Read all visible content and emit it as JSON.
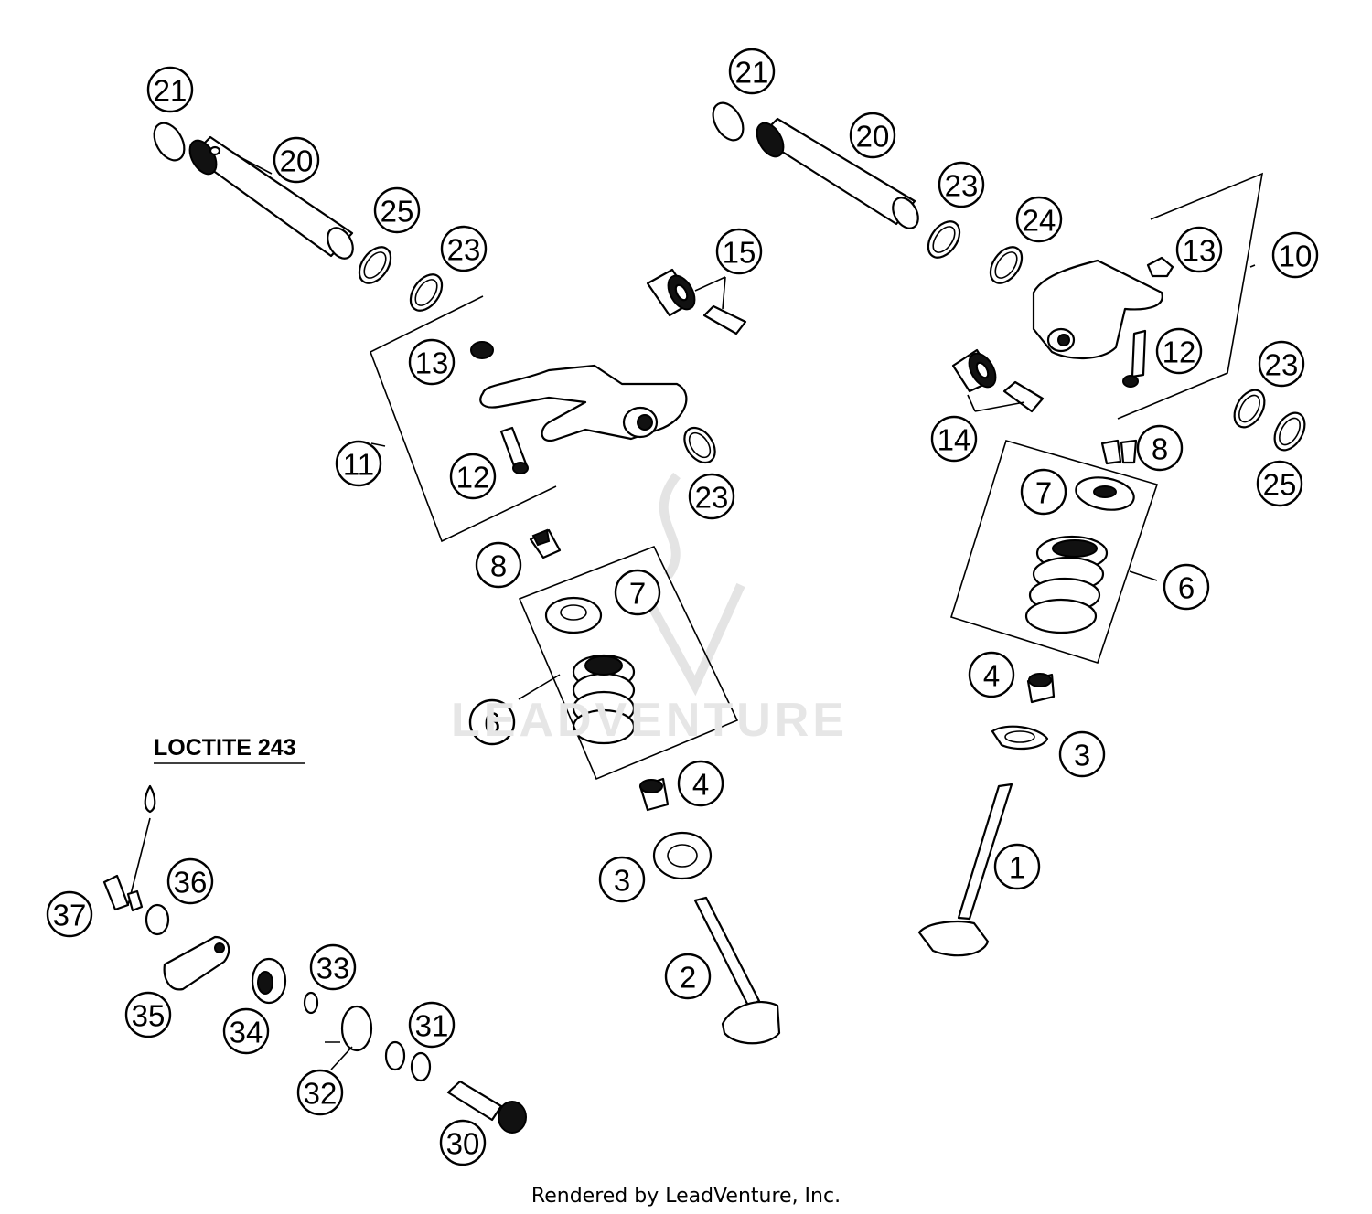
{
  "callouts": [
    {
      "label": "21"
    },
    {
      "label": "20"
    },
    {
      "label": "25"
    },
    {
      "label": "23"
    },
    {
      "label": "15"
    },
    {
      "label": "13"
    },
    {
      "label": "11"
    },
    {
      "label": "12"
    },
    {
      "label": "23"
    },
    {
      "label": "8"
    },
    {
      "label": "7"
    },
    {
      "label": "6"
    },
    {
      "label": "4"
    },
    {
      "label": "3"
    },
    {
      "label": "2"
    },
    {
      "label": "21"
    },
    {
      "label": "20"
    },
    {
      "label": "23"
    },
    {
      "label": "24"
    },
    {
      "label": "13"
    },
    {
      "label": "10"
    },
    {
      "label": "12"
    },
    {
      "label": "14"
    },
    {
      "label": "23"
    },
    {
      "label": "8"
    },
    {
      "label": "25"
    },
    {
      "label": "7"
    },
    {
      "label": "6"
    },
    {
      "label": "4"
    },
    {
      "label": "3"
    },
    {
      "label": "1"
    },
    {
      "label": "36"
    },
    {
      "label": "37"
    },
    {
      "label": "33"
    },
    {
      "label": "35"
    },
    {
      "label": "34"
    },
    {
      "label": "31"
    },
    {
      "label": "32"
    },
    {
      "label": "30"
    }
  ],
  "annotation": "LOCTITE 243",
  "watermark": "LEADVENTURE",
  "footer": "Rendered by LeadVenture, Inc."
}
